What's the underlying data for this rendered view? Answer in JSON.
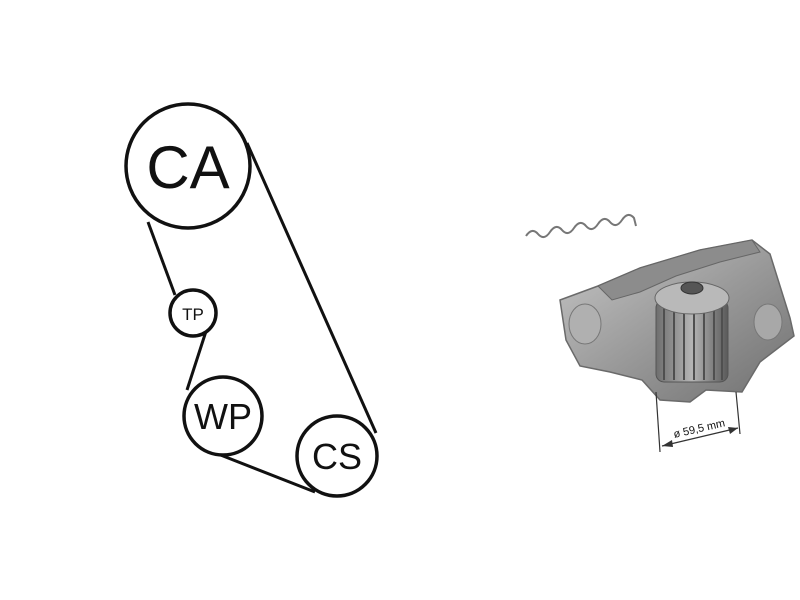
{
  "diagram": {
    "pulleys": [
      {
        "id": "CA",
        "label": "CA"
      },
      {
        "id": "TP",
        "label": "TP"
      },
      {
        "id": "WP",
        "label": "WP"
      },
      {
        "id": "CS",
        "label": "CS"
      }
    ]
  },
  "pump": {
    "dimension_label": "ø 59,5 mm"
  }
}
